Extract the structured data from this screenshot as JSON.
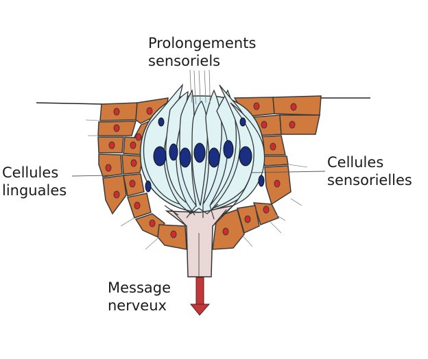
{
  "labels": {
    "prolongements": [
      "Prolongements",
      "sensoriels"
    ],
    "linguales": [
      "Cellules",
      "linguales"
    ],
    "sensorielles": [
      "Cellules",
      "sensorielles"
    ],
    "message": [
      "Message",
      "nerveux"
    ]
  },
  "colors": {
    "lingual_cell": "#d07a3e",
    "nucleus_red": "#d42a2a",
    "sensory_cell": "#dff2f4",
    "bud_fill": "#d8f0f3",
    "sensory_nucleus": "#1b2f82",
    "nerve": "#ead8d6",
    "arrow": "#c0383a",
    "outline": "#333333"
  }
}
